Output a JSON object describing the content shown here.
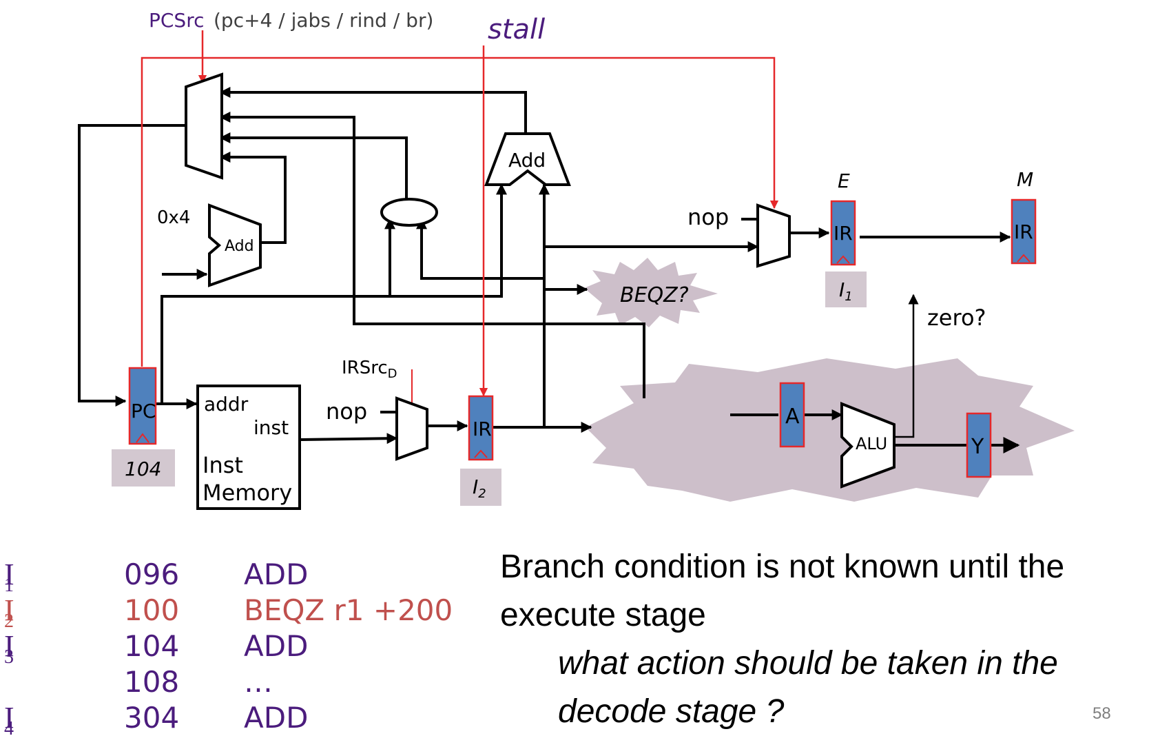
{
  "labels": {
    "pcsrc": "PCSrc",
    "pcsrc_options": "(pc+4 / jabs / rind / br)",
    "stall": "stall",
    "add_top": "Add",
    "add_pc": "Add",
    "const4": "0x4",
    "nop_e": "nop",
    "nop_d": "nop",
    "stage_e": "E",
    "stage_m": "M",
    "ir_e": "IR",
    "ir_m": "IR",
    "ir_d": "IR",
    "pc": "PC",
    "pc_value": "104",
    "i1_tag": "I",
    "i1_tag_sub": "1",
    "i2_tag": "I",
    "i2_tag_sub": "2",
    "beqz": "BEQZ?",
    "zero": "zero?",
    "irsrc": "IRSrc",
    "irsrc_sub": "D",
    "addr": "addr",
    "inst": "inst",
    "mem_line1": "Inst",
    "mem_line2": "Memory",
    "reg_a": "A",
    "alu": "ALU",
    "reg_y": "Y"
  },
  "program": [
    {
      "id": "I",
      "sub": "1",
      "addr": "096",
      "op": "ADD"
    },
    {
      "id": "I",
      "sub": "2",
      "addr": "100",
      "op": "BEQZ r1 +200"
    },
    {
      "id": "I",
      "sub": "3",
      "addr": "104",
      "op": "ADD"
    },
    {
      "id": "",
      "sub": "",
      "addr": "108",
      "op": "…"
    },
    {
      "id": "I",
      "sub": "4",
      "addr": "304",
      "op": "ADD"
    }
  ],
  "note": {
    "line1": "Branch condition is not known until the",
    "line2": "execute stage",
    "line3": "what action should be taken in the",
    "line4": "decode stage ?"
  },
  "page_number": "58",
  "colors": {
    "register_fill": "#4F81BD",
    "register_border": "#E5282A",
    "control_wire": "#E5282A",
    "label_purple": "#4B1C7D",
    "highlight_red": "#C0504D",
    "cloud_fill": "#CDBFCA",
    "tag_fill": "#D3C8D0"
  }
}
